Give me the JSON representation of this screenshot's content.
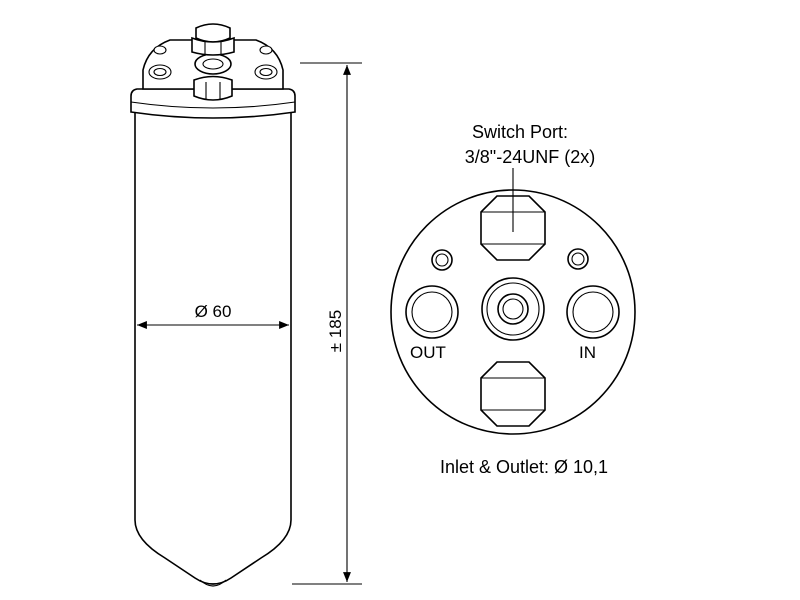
{
  "dimensions": {
    "diameter_label": "Ø 60",
    "height_label": "± 185"
  },
  "end_view": {
    "switch_port_line1": "Switch Port:",
    "switch_port_line2": "3/8\"-24UNF (2x)",
    "out_label": "OUT",
    "in_label": "IN",
    "inlet_outlet_label": "Inlet & Outlet: Ø 10,1"
  },
  "colors": {
    "line": "#000000",
    "background": "#ffffff"
  }
}
